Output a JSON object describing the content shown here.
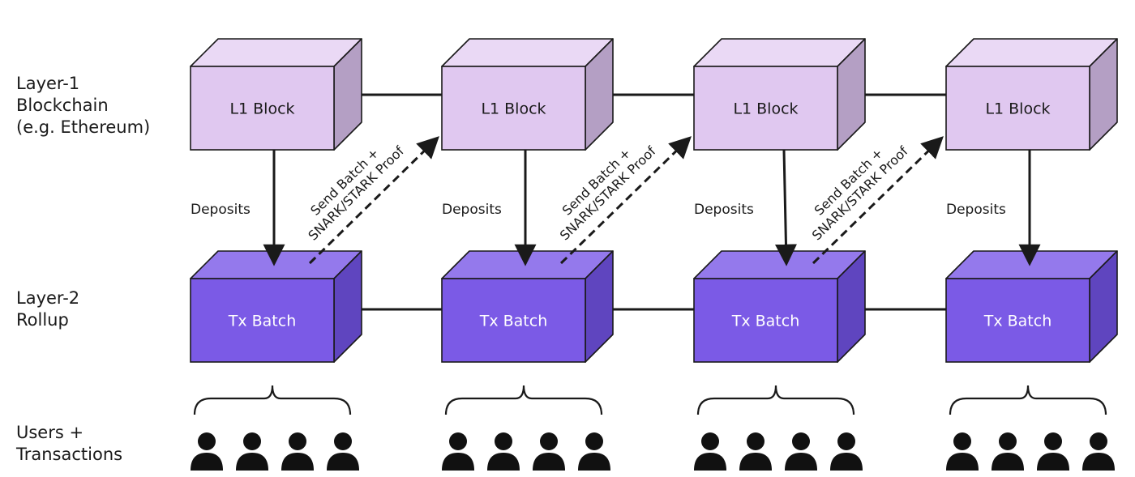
{
  "row_labels": {
    "layer1": [
      "Layer-1",
      "Blockchain",
      "(e.g. Ethereum)"
    ],
    "layer2": [
      "Layer-2",
      "Rollup"
    ],
    "users": [
      "Users +",
      "Transactions"
    ]
  },
  "l1_block_label": "L1 Block",
  "tx_batch_label": "Tx Batch",
  "deposits_label": "Deposits",
  "proof_label": [
    "Send Batch +",
    "SNARK/STARK Proof"
  ],
  "columns": 4,
  "users_per_column": 4,
  "colors": {
    "l1_front": "#e0c8f0",
    "l1_top": "#ead9f5",
    "l1_side": "#b49fc4",
    "l2_front": "#7b5ae6",
    "l2_top": "#9479ec",
    "l2_side": "#5f45bf",
    "stroke": "#1a1a1a",
    "l2_text": "#ffffff"
  }
}
